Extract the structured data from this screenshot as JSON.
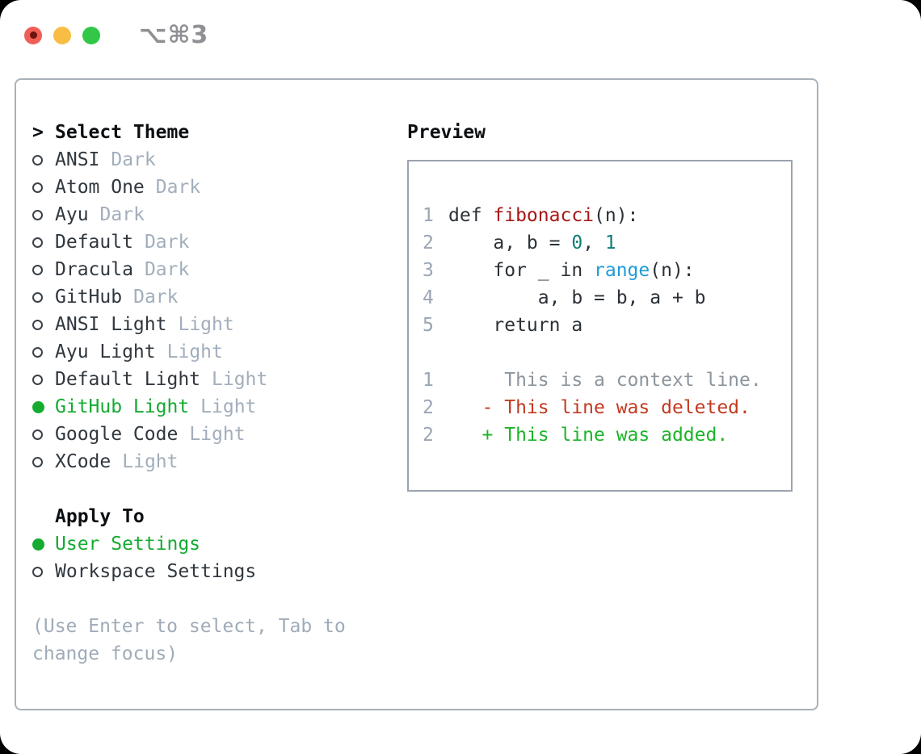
{
  "window": {
    "shortcut_label": "⌥⌘3",
    "traffic_lights": [
      {
        "name": "close",
        "color": "#f05f57",
        "has_inner_dot": true
      },
      {
        "name": "minimize",
        "color": "#f8bd45",
        "has_inner_dot": false
      },
      {
        "name": "zoom",
        "color": "#33c748",
        "has_inner_dot": false
      }
    ]
  },
  "colors": {
    "selection_green": "#15ab31",
    "func_red": "#a81616",
    "number_teal": "#0e7d74",
    "builtin_blue": "#1f9bd7",
    "deleted_red": "#c23a20",
    "added_green": "#1db428",
    "muted_gray": "#9fabb8",
    "panel_border": "#a9b1ba"
  },
  "theme_panel": {
    "header": {
      "prompt": ">",
      "label": "Select Theme"
    },
    "themes": [
      {
        "name": "ANSI",
        "variant": "Dark",
        "selected": false
      },
      {
        "name": "Atom One",
        "variant": "Dark",
        "selected": false
      },
      {
        "name": "Ayu",
        "variant": "Dark",
        "selected": false
      },
      {
        "name": "Default",
        "variant": "Dark",
        "selected": false
      },
      {
        "name": "Dracula",
        "variant": "Dark",
        "selected": false
      },
      {
        "name": "GitHub",
        "variant": "Dark",
        "selected": false
      },
      {
        "name": "ANSI Light",
        "variant": "Light",
        "selected": false
      },
      {
        "name": "Ayu Light",
        "variant": "Light",
        "selected": false
      },
      {
        "name": "Default Light",
        "variant": "Light",
        "selected": false
      },
      {
        "name": "GitHub Light",
        "variant": "Light",
        "selected": true
      },
      {
        "name": "Google Code",
        "variant": "Light",
        "selected": false
      },
      {
        "name": "XCode",
        "variant": "Light",
        "selected": false
      }
    ],
    "apply_to": {
      "label": "Apply To",
      "options": [
        {
          "label": "User Settings",
          "selected": true
        },
        {
          "label": "Workspace Settings",
          "selected": false
        }
      ]
    },
    "help_lines": [
      "(Use Enter to select, Tab to",
      "change focus)"
    ]
  },
  "preview": {
    "title": "Preview",
    "lines": [
      {
        "num": "1",
        "segments": [
          {
            "text": "def ",
            "style": "code"
          },
          {
            "text": "fibonacci",
            "style": "func"
          },
          {
            "text": "(n):",
            "style": "code"
          }
        ]
      },
      {
        "num": "2",
        "segments": [
          {
            "text": "    a, b = ",
            "style": "code"
          },
          {
            "text": "0",
            "style": "number"
          },
          {
            "text": ", ",
            "style": "code"
          },
          {
            "text": "1",
            "style": "number"
          }
        ]
      },
      {
        "num": "3",
        "segments": [
          {
            "text": "    for _ in ",
            "style": "code"
          },
          {
            "text": "range",
            "style": "builtin"
          },
          {
            "text": "(n):",
            "style": "code"
          }
        ]
      },
      {
        "num": "4",
        "segments": [
          {
            "text": "        a, b = b, a + b",
            "style": "code"
          }
        ]
      },
      {
        "num": "5",
        "segments": [
          {
            "text": "    return a",
            "style": "code"
          }
        ]
      },
      {
        "num": "",
        "segments": []
      },
      {
        "num": "1",
        "segments": [
          {
            "text": "     This is a context line.",
            "style": "context"
          }
        ]
      },
      {
        "num": "2",
        "segments": [
          {
            "text": "   - This line was deleted.",
            "style": "deleted"
          }
        ]
      },
      {
        "num": "2",
        "segments": [
          {
            "text": "   + This line was added.",
            "style": "added"
          }
        ]
      }
    ]
  }
}
